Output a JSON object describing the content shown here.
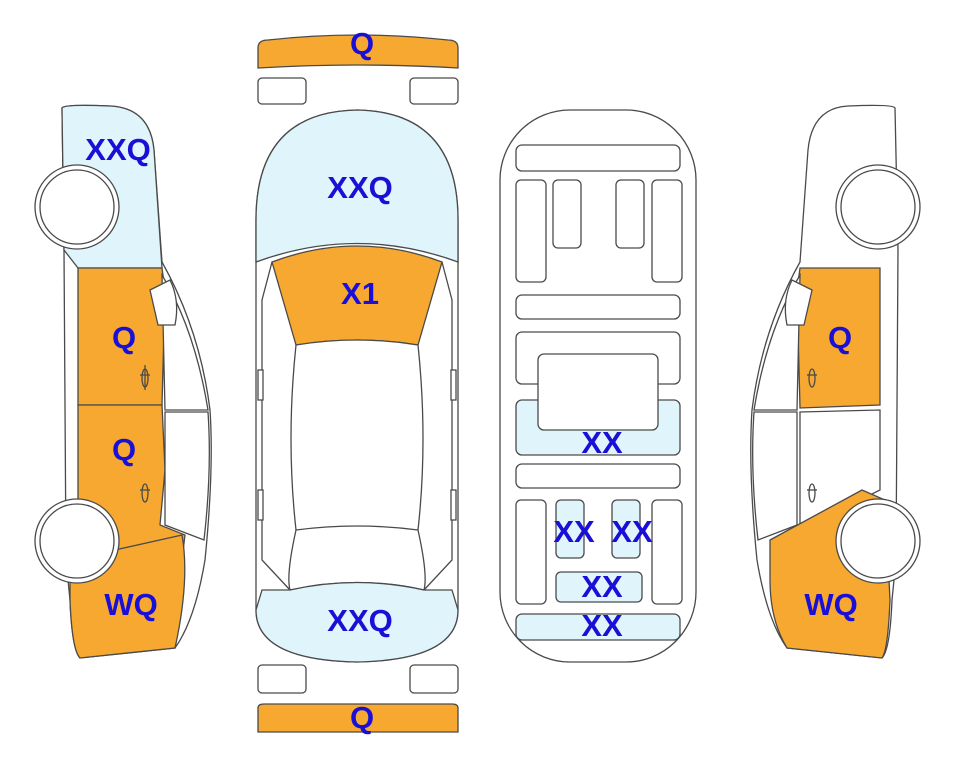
{
  "colors": {
    "orange": "#f6a830",
    "light_blue": "#dff4fb",
    "outline": "#4a4a4a",
    "label": "#1a0fd6"
  },
  "labels": {
    "front_bumper": "Q",
    "rear_bumper": "Q",
    "hood": "XXQ",
    "windshield": "X1",
    "trunk": "XXQ",
    "left_fender": "XXQ",
    "left_front_door": "Q",
    "left_rear_door": "Q",
    "left_quarter": "WQ",
    "right_front_door": "Q",
    "right_quarter": "WQ",
    "floor_mid": "XX",
    "floor_rear_left": "XX",
    "floor_rear_right": "XX",
    "floor_rear_bar": "XX",
    "floor_tail": "XX"
  }
}
